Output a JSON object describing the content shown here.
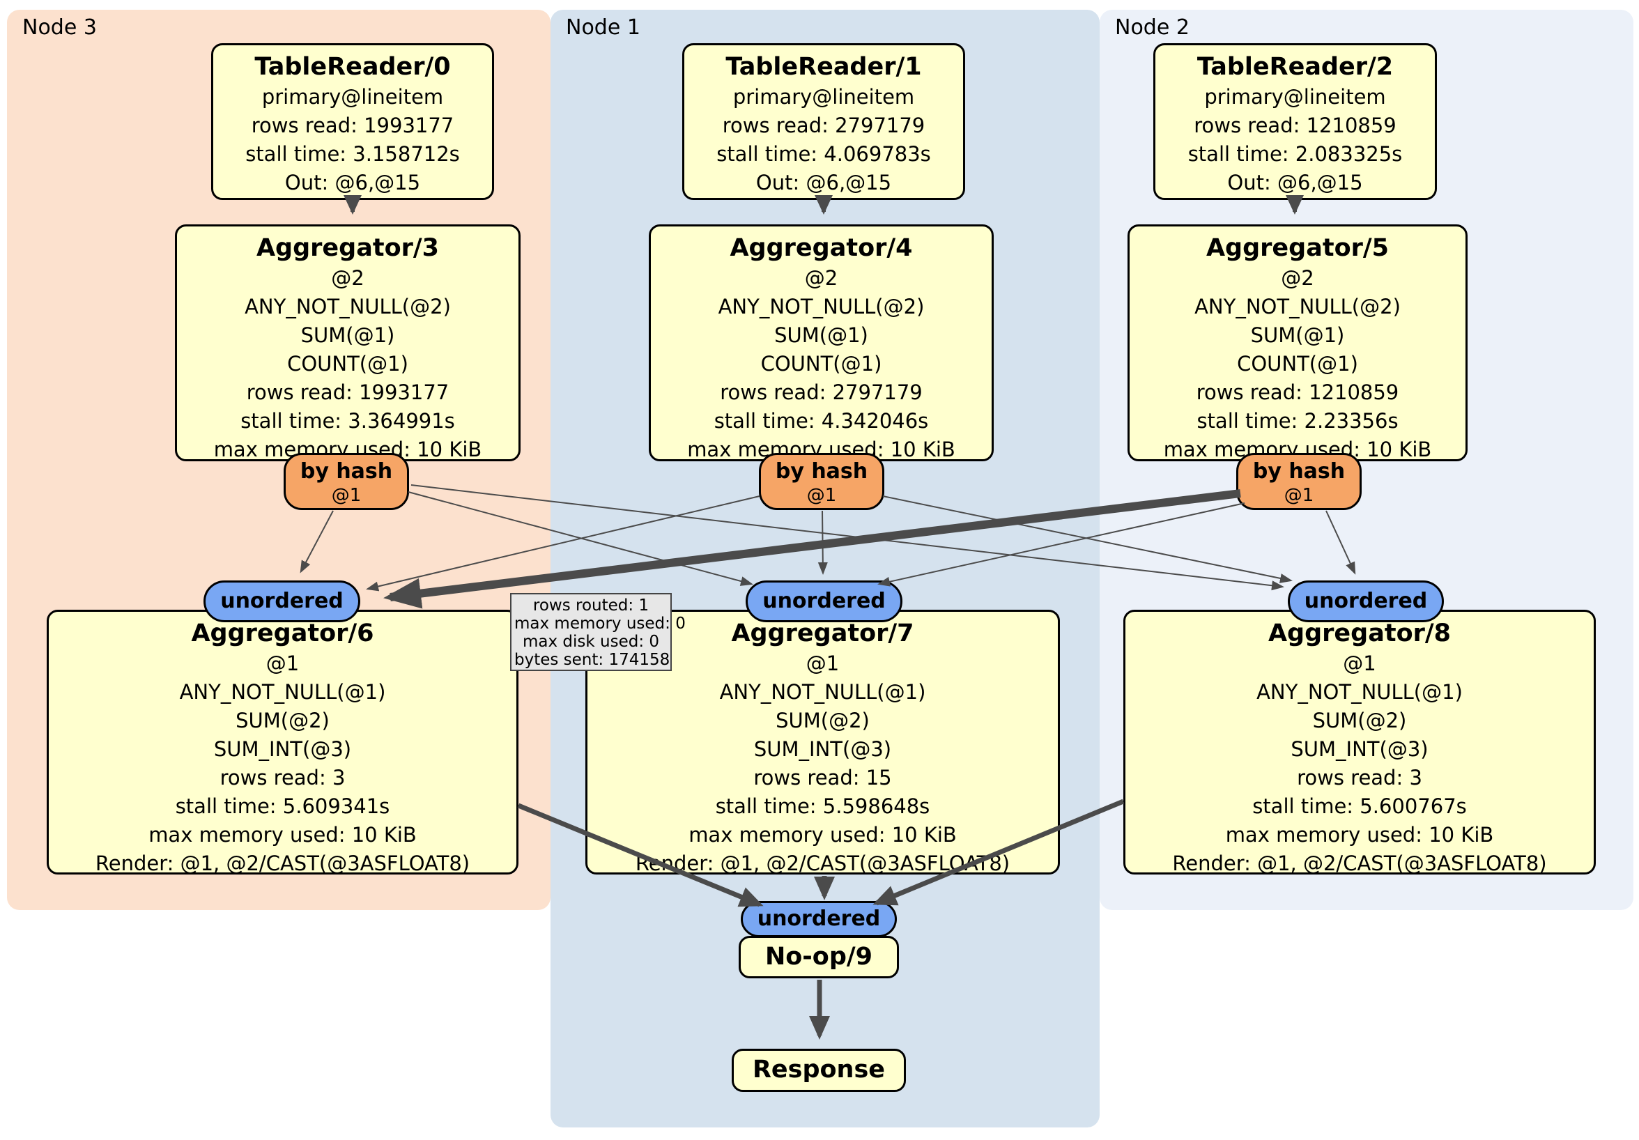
{
  "panels": {
    "node3": {
      "label": "Node 3",
      "bg": "#fce1ce"
    },
    "node1": {
      "label": "Node 1",
      "bg": "#d5e2ee"
    },
    "node2": {
      "label": "Node 2",
      "bg": "#ecf1f9"
    }
  },
  "colors": {
    "box_fill": "#ffffcf",
    "box_border": "#000000",
    "hash_fill": "#f6a566",
    "unordered_fill": "#79a7f3",
    "tooltip_fill": "#e7e7e7",
    "edge": "#4b4b4b",
    "page_bg": "#ffffff"
  },
  "boxes": {
    "tr0": {
      "title": "TableReader/0",
      "lines": [
        "primary@lineitem",
        "rows read: 1993177",
        "stall time: 3.158712s",
        "Out: @6,@15"
      ]
    },
    "tr1": {
      "title": "TableReader/1",
      "lines": [
        "primary@lineitem",
        "rows read: 2797179",
        "stall time: 4.069783s",
        "Out: @6,@15"
      ]
    },
    "tr2": {
      "title": "TableReader/2",
      "lines": [
        "primary@lineitem",
        "rows read: 1210859",
        "stall time: 2.083325s",
        "Out: @6,@15"
      ]
    },
    "agg3": {
      "title": "Aggregator/3",
      "lines": [
        "@2",
        "ANY_NOT_NULL(@2)",
        "SUM(@1)",
        "COUNT(@1)",
        "rows read: 1993177",
        "stall time: 3.364991s",
        "max memory used: 10 KiB"
      ]
    },
    "agg4": {
      "title": "Aggregator/4",
      "lines": [
        "@2",
        "ANY_NOT_NULL(@2)",
        "SUM(@1)",
        "COUNT(@1)",
        "rows read: 2797179",
        "stall time: 4.342046s",
        "max memory used: 10 KiB"
      ]
    },
    "agg5": {
      "title": "Aggregator/5",
      "lines": [
        "@2",
        "ANY_NOT_NULL(@2)",
        "SUM(@1)",
        "COUNT(@1)",
        "rows read: 1210859",
        "stall time: 2.23356s",
        "max memory used: 10 KiB"
      ]
    },
    "agg6": {
      "title": "Aggregator/6",
      "lines": [
        "@1",
        "ANY_NOT_NULL(@1)",
        "SUM(@2)",
        "SUM_INT(@3)",
        "rows read: 3",
        "stall time: 5.609341s",
        "max memory used: 10 KiB",
        "Render: @1, @2/CAST(@3ASFLOAT8)"
      ]
    },
    "agg7": {
      "title": "Aggregator/7",
      "lines": [
        "@1",
        "ANY_NOT_NULL(@1)",
        "SUM(@2)",
        "SUM_INT(@3)",
        "rows read: 15",
        "stall time: 5.598648s",
        "max memory used: 10 KiB",
        "Render: @1, @2/CAST(@3ASFLOAT8)"
      ]
    },
    "agg8": {
      "title": "Aggregator/8",
      "lines": [
        "@1",
        "ANY_NOT_NULL(@1)",
        "SUM(@2)",
        "SUM_INT(@3)",
        "rows read: 3",
        "stall time: 5.600767s",
        "max memory used: 10 KiB",
        "Render: @1, @2/CAST(@3ASFLOAT8)"
      ]
    },
    "noop": {
      "title": "No-op/9"
    },
    "response": {
      "title": "Response"
    }
  },
  "routers": {
    "by_hash_label": "by hash",
    "by_hash_sub": "@1",
    "unordered_label": "unordered"
  },
  "tooltip": {
    "lines": [
      "rows routed: 1",
      "max memory used: 0",
      "max disk used: 0",
      "bytes sent: 174158"
    ]
  },
  "edges": [
    {
      "from": "tablereader-0",
      "to": "aggregator-3"
    },
    {
      "from": "tablereader-1",
      "to": "aggregator-4"
    },
    {
      "from": "tablereader-2",
      "to": "aggregator-5"
    },
    {
      "from": "by-hash-node3",
      "to": "unordered-node3"
    },
    {
      "from": "by-hash-node3",
      "to": "unordered-node1"
    },
    {
      "from": "by-hash-node3",
      "to": "unordered-node2"
    },
    {
      "from": "by-hash-node1",
      "to": "unordered-node3"
    },
    {
      "from": "by-hash-node1",
      "to": "unordered-node1"
    },
    {
      "from": "by-hash-node1",
      "to": "unordered-node2"
    },
    {
      "from": "by-hash-node2",
      "to": "unordered-node3",
      "thick": true
    },
    {
      "from": "by-hash-node2",
      "to": "unordered-node1"
    },
    {
      "from": "by-hash-node2",
      "to": "unordered-node2"
    },
    {
      "from": "aggregator-6",
      "to": "unordered-final"
    },
    {
      "from": "aggregator-7",
      "to": "unordered-final"
    },
    {
      "from": "aggregator-8",
      "to": "unordered-final"
    },
    {
      "from": "noop-9",
      "to": "response"
    }
  ]
}
